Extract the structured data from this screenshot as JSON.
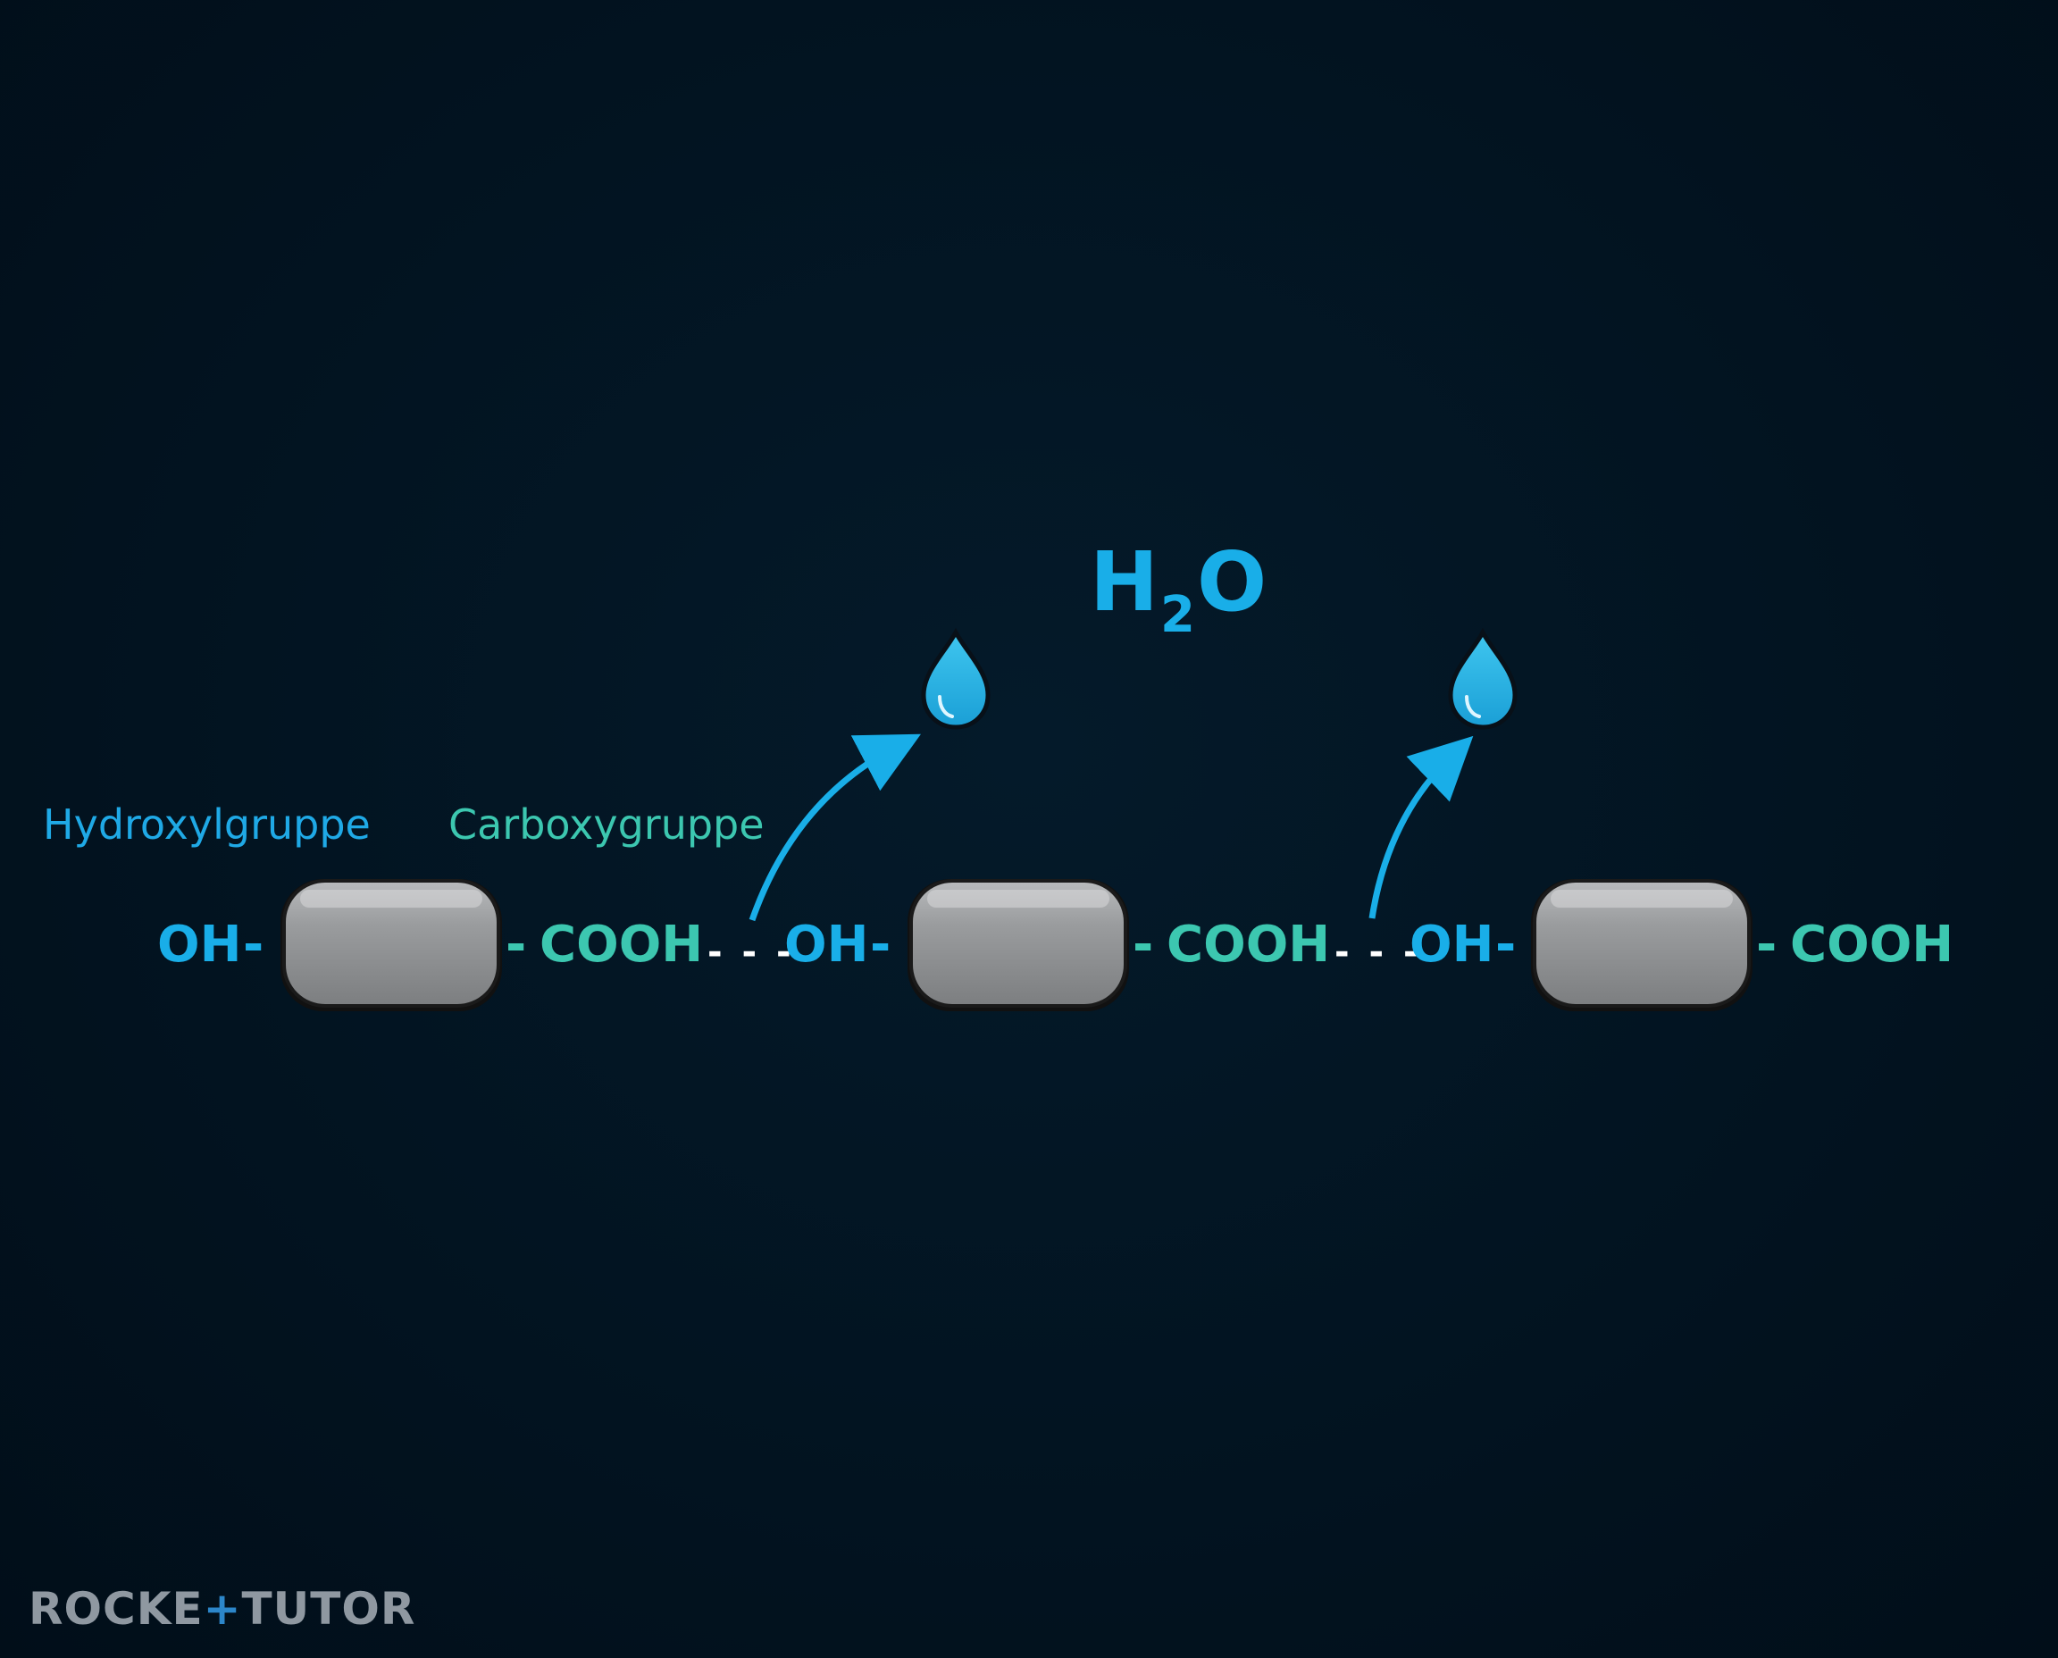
{
  "labels": {
    "hydroxyl": "Hydroxylgruppe",
    "carboxy": "Carboxygruppe"
  },
  "water": {
    "h": "H",
    "sub": "2",
    "o": "O"
  },
  "groups": {
    "oh": "OH",
    "cooh": "COOH",
    "bond": "-",
    "link": "- - -"
  },
  "logo": {
    "part1": "ROCKE",
    "plus": "+",
    "part2": "TUTOR"
  },
  "colors": {
    "background": "#02121f",
    "hydroxyl": "#19aee8",
    "carboxy": "#3cc7b0",
    "monomer": "#8c8c8c",
    "water_drop": "#2ab8e6"
  },
  "icons": [
    "water-drop-icon",
    "curved-arrow-icon"
  ]
}
